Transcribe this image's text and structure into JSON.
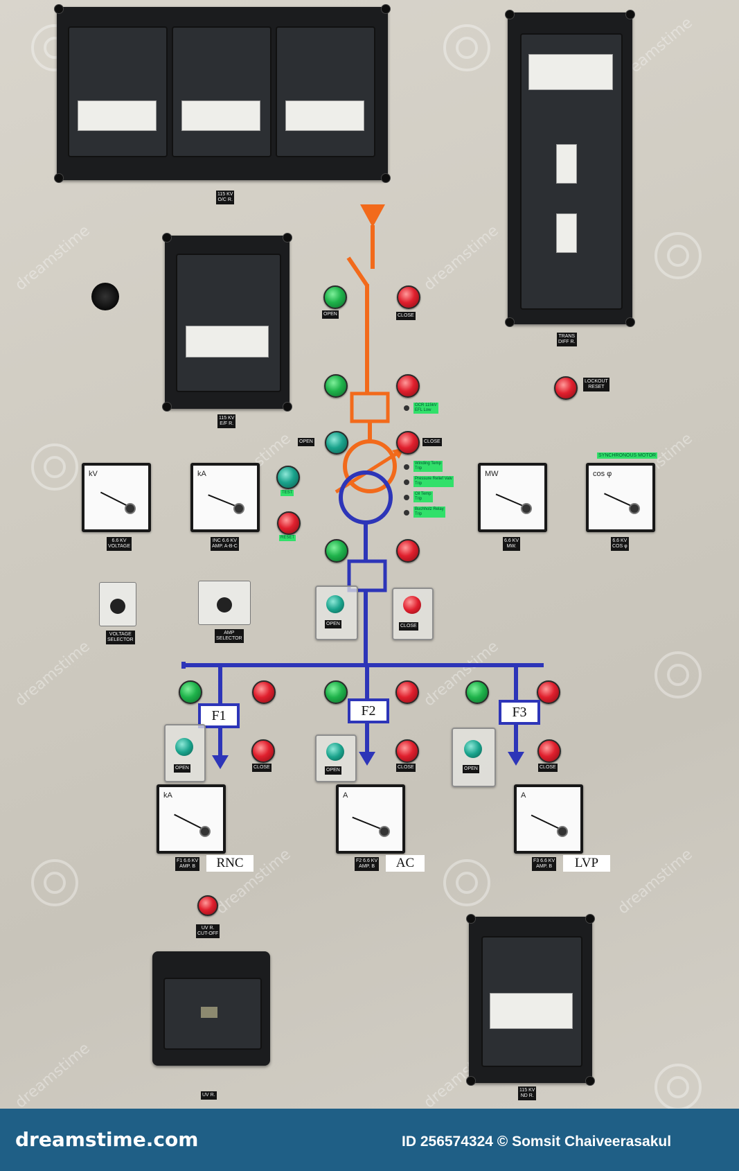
{
  "relays": {
    "oc": "115 KV\nO/C R.",
    "trans": "TRANS\nDIFF R.",
    "ef": "115 KV\nE/F R.",
    "uv": "UV R.",
    "nd": "115 KV\nND R.",
    "lockout": "LOCKOUT\nRESET"
  },
  "lamps": {
    "open": "OPEN",
    "close": "CLOSE",
    "open2": "OPEN",
    "close2": "CLOSE",
    "test": "TEST",
    "reset": "RESET",
    "uvr_cutoff": "UV R.\nCUT-OFF"
  },
  "status": {
    "ocr": "OCR 115kV\nEFL Low",
    "winding": "Winding Temp\nTrip",
    "pressure": "Pressure Relief Valv\nTrip",
    "oil": "Oil Temp\nTrip",
    "buchholz": "Buchholz Relay\nTrip",
    "synchronous": "SYNCHRONOUS MOTOR"
  },
  "meters": {
    "voltage": {
      "unit": "kV",
      "label": "6.6 KV\nVOLTAGE",
      "value_fraction": 0.78
    },
    "amp": {
      "unit": "kA",
      "label": "INC 6.6 KV\nAMP. A-B-C",
      "value_fraction": 0.7
    },
    "mw": {
      "unit": "MW",
      "label": "6.6 KV\nMW.",
      "value_fraction": 0.72
    },
    "cos": {
      "unit": "cos φ",
      "label": "6.6 KV\nCOS φ",
      "value_fraction": 0.74
    },
    "f1": {
      "unit": "kA",
      "label": "F1 6.6 KV\nAMP. B",
      "value_fraction": 0.78
    },
    "f2": {
      "unit": "A",
      "label": "F2 6.6 KV\nAMP. B",
      "value_fraction": 0.7
    },
    "f3": {
      "unit": "A",
      "label": "F3 6.6 KV\nAMP. B",
      "value_fraction": 0.76
    }
  },
  "selectors": {
    "voltage": "VOLTAGE\nSELECTOR",
    "amp": "AMP\nSELECTOR"
  },
  "feeders": {
    "f1": {
      "id": "F1",
      "name": "RNC"
    },
    "f2": {
      "id": "F2",
      "name": "AC"
    },
    "f3": {
      "id": "F3",
      "name": "LVP"
    }
  },
  "colors": {
    "incoming_line": "#f26a1b",
    "bus_line": "#2d35b8",
    "footer": "#1f5f86"
  },
  "watermark": "dreamstime",
  "footer": {
    "brand": "dreamstime.com",
    "credit": "ID 256574324 © Somsit Chaiveerasakul"
  }
}
